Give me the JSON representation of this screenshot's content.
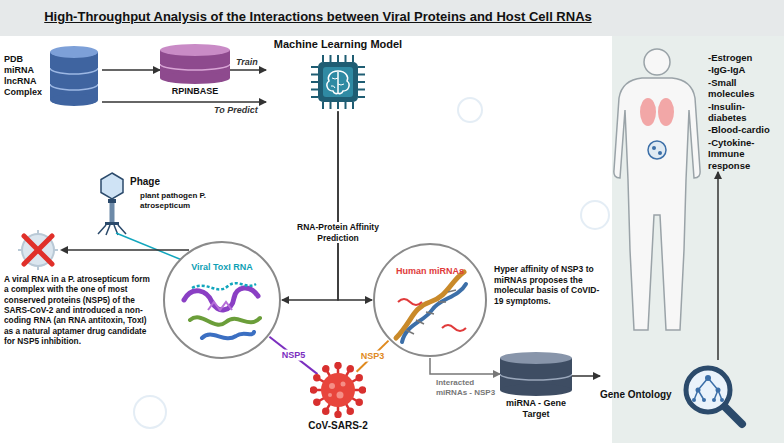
{
  "diagram": {
    "title": "High-Throughput Analysis of the Interactions between Viral Proteins and Host Cell RNAs",
    "nodes": [
      {
        "text": [
          "PDB",
          "miRNA",
          "lncRNA",
          "Complex"
        ]
      },
      {
        "text": [
          "RPINBASE"
        ]
      },
      {
        "text": [
          "Machine Learning Model"
        ]
      },
      {
        "text": [
          "Viral ToxI RNA"
        ]
      },
      {
        "text": [
          "Human miRNAs"
        ]
      },
      {
        "text": [
          "CoV-SARS-2"
        ]
      },
      {
        "text": [
          "miRNA - Gene Target"
        ]
      },
      {
        "text": [
          "Gene Ontology"
        ]
      },
      {
        "text": [
          "-Estrogen",
          "-IgG-IgA",
          "-Small molecules",
          "-Insulin-diabetes",
          "-Blood-cardio",
          "-Cytokine-Immune response"
        ]
      }
    ],
    "edges": [
      {
        "from": 0,
        "to": 1,
        "arrow": "to"
      },
      {
        "from": 1,
        "to": 2,
        "label": "Train",
        "arrow": "to"
      },
      {
        "from": 0,
        "to": 2,
        "label": "To Predict",
        "arrow": "to"
      },
      {
        "from": 2,
        "to": 3,
        "arrow": "to"
      },
      {
        "from": 2,
        "to": 4,
        "arrow": "to"
      },
      {
        "from": 5,
        "to": 3,
        "label": "NSP5",
        "arrow": "none"
      },
      {
        "from": 5,
        "to": 4,
        "label": "NSP3",
        "arrow": "none"
      },
      {
        "from": 4,
        "to": 6,
        "label": "Interacted miRNAs - NSP3",
        "arrow": "to"
      },
      {
        "from": 6,
        "to": 7,
        "arrow": "to"
      },
      {
        "from": 7,
        "to": 8,
        "arrow": "to"
      }
    ],
    "labels": [
      "Phage",
      "plant pathogen P. atrosepticum",
      "RNA-Protein Affinity Prediction",
      "A viral RNA in a P. atrosepticum form a complex with the one of most conserved proteins (NSP5) of the SARS-CoV-2 and introduced a non-coding RNA (an RNA antitoxin, ToxI) as a natural aptamer drug candidate for NSP5 inhibition.",
      "Hyper affinity of NSP3 to miRNAs proposes the molecular basis of CoVID-19 symptoms."
    ]
  }
}
